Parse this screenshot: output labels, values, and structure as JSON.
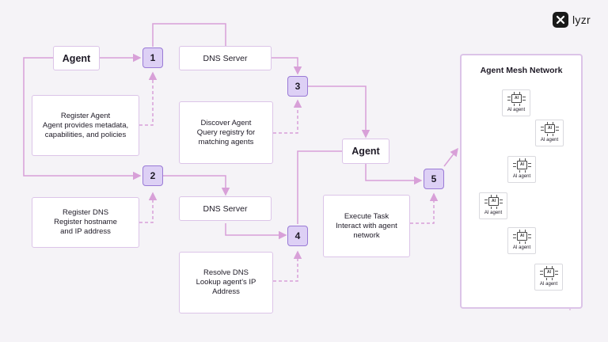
{
  "brand": {
    "logo_text": "lyzr"
  },
  "boxes": {
    "agent_left": "Agent",
    "dns_server_top": "DNS Server",
    "register_agent": [
      "Register Agent",
      "Agent provides metadata,",
      "capabilities, and policies"
    ],
    "discover_agent": [
      "Discover Agent",
      "Query registry for",
      "matching agents"
    ],
    "agent_center": "Agent",
    "dns_server_bottom": "DNS Server",
    "register_dns": [
      "Register DNS",
      "Register hostname",
      "and IP address"
    ],
    "resolve_dns": [
      "Resolve DNS",
      "Lookup agent's IP",
      "Address"
    ],
    "execute_task": [
      "Execute Task",
      "Interact with agent",
      "network"
    ]
  },
  "steps": [
    "1",
    "2",
    "3",
    "4",
    "5"
  ],
  "mesh": {
    "title": "Agent Mesh Network",
    "chip_text": "AI",
    "nodes": [
      "AI agent",
      "AI agent",
      "AI agent",
      "AI agent",
      "AI agent",
      "AI agent"
    ]
  },
  "colors": {
    "step_fill": "#ddd0f5",
    "step_border": "#9a7ad6",
    "connector": "#d8a0d8",
    "box_border": "#dcc4e8"
  }
}
